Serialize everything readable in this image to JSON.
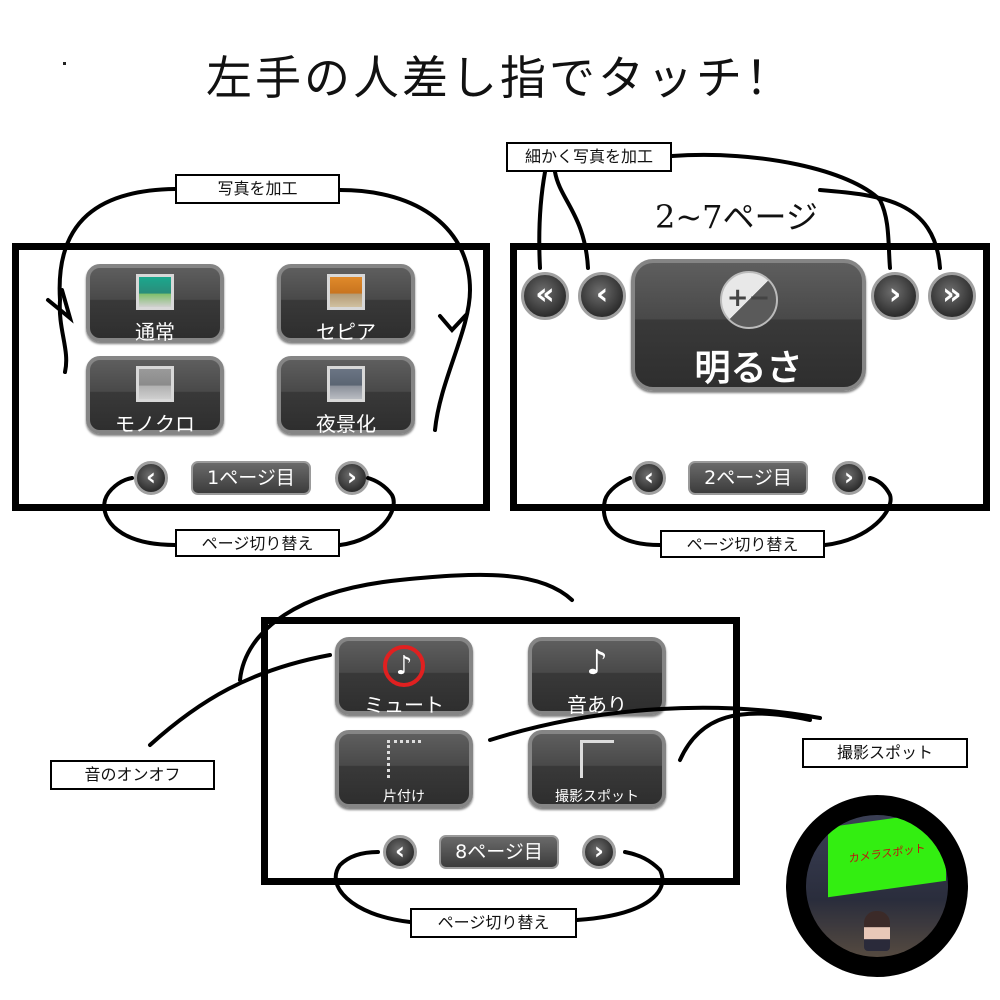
{
  "title": "左手の人差し指でタッチ！",
  "panel1": {
    "buttons": [
      "通常",
      "セピア",
      "モノクロ",
      "夜景化"
    ],
    "page": "1ページ目",
    "callout_top": "写真を加工",
    "callout_bottom": "ページ切り替え"
  },
  "panel2": {
    "heading": "2~7ページ",
    "callout_top": "細かく写真を加工",
    "main_button": "明るさ",
    "page": "2ページ目",
    "callout_bottom": "ページ切り替え",
    "icon_text": "+−"
  },
  "panel3": {
    "buttons": [
      "ミュート",
      "音あり",
      "片付け",
      "撮影スポット"
    ],
    "page": "8ページ目",
    "callout_bottom": "ページ切り替え",
    "callout_left": "音のオンオフ",
    "callout_right": "撮影スポット"
  },
  "inset": {
    "sign_text": "カメラスポット"
  },
  "arrows": {
    "prev": "‹",
    "next": "›",
    "fast_prev": "«",
    "fast_next": "»"
  },
  "colors": {
    "normal_icon": "#1a9a8a",
    "sepia_icon": "#d9822b",
    "mono_icon": "#8a8a8a",
    "night_icon": "#606b7a",
    "mute_red": "#e02020",
    "inset_green": "#33ee11"
  }
}
